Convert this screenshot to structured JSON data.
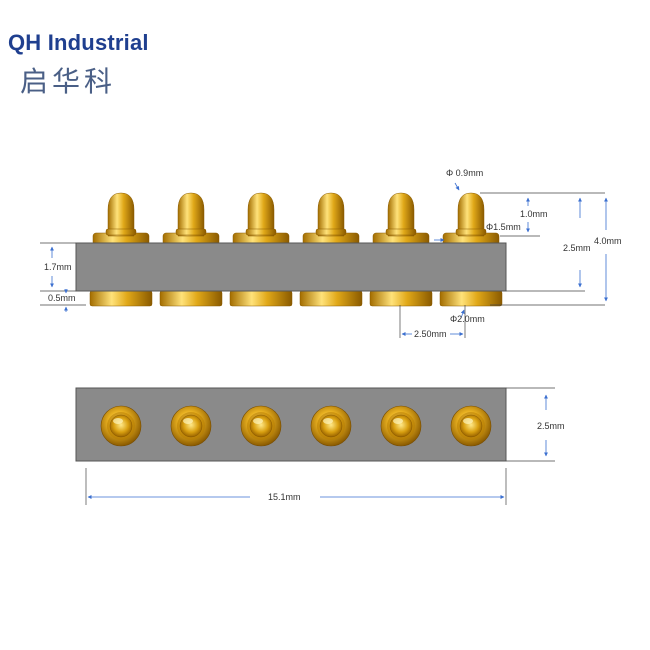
{
  "brand": {
    "name": "QH Industrial",
    "name_cn": "启华科"
  },
  "pin_count": 6,
  "colors": {
    "body": "#8a8a8a",
    "gold": "#e0a818",
    "gold_highlight": "#ffe27a",
    "gold_shadow": "#a36d00",
    "dimension_line": "#3a6fd0",
    "brand": "#1f3f8f"
  },
  "side_view": {
    "labels": {
      "tip_diameter": "Φ 0.9mm",
      "tip_height": "1.0mm",
      "barrel_diameter": "Φ1.5mm",
      "above_height": "2.5mm",
      "total_height": "4.0mm",
      "body_height": "1.7mm",
      "bottom_height": "0.5mm",
      "base_diameter": "Φ2.0mm",
      "pitch": "2.50mm"
    }
  },
  "top_view": {
    "labels": {
      "width": "2.5mm",
      "length": "15.1mm"
    }
  }
}
